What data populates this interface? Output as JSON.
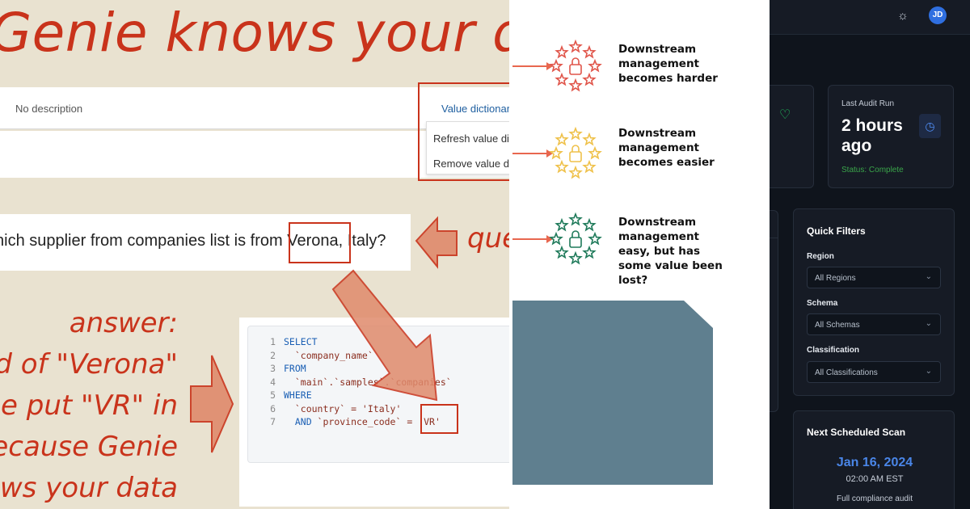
{
  "left": {
    "headline": "Genie knows your data",
    "description_placeholder": "No description",
    "value_dictionary": {
      "link": "Value dictionar",
      "menu": [
        "Refresh value dic",
        "Remove value dic"
      ]
    },
    "question": "hich supplier from companies list is from Verona, Italy?",
    "question_label": "que",
    "answer_lines": [
      "answer:",
      "d of \"Verona\"",
      "e put \"VR\" in",
      "ecause Genie",
      "ows your data"
    ],
    "code": [
      {
        "n": "1",
        "parts": [
          {
            "t": "SELECT",
            "c": "kw"
          }
        ]
      },
      {
        "n": "2",
        "parts": [
          {
            "t": "  `company_name`",
            "c": "tx"
          }
        ]
      },
      {
        "n": "3",
        "parts": [
          {
            "t": "FROM",
            "c": "kw"
          }
        ]
      },
      {
        "n": "4",
        "parts": [
          {
            "t": "  `main`.`samples`.`companies`",
            "c": "tx"
          }
        ]
      },
      {
        "n": "5",
        "parts": [
          {
            "t": "WHERE",
            "c": "kw"
          }
        ]
      },
      {
        "n": "6",
        "parts": [
          {
            "t": "  `country` = 'Italy'",
            "c": "tx"
          }
        ]
      },
      {
        "n": "7",
        "parts": [
          {
            "t": "  AND",
            "c": "kw"
          },
          {
            "t": " `province_code` = 'VR'",
            "c": "tx"
          }
        ]
      }
    ]
  },
  "middle": {
    "items": [
      {
        "lines": [
          "Downstream",
          "management",
          "becomes harder"
        ],
        "color": "#e0554a"
      },
      {
        "lines": [
          "Downstream",
          "management",
          "becomes easier"
        ],
        "color": "#efc14a"
      },
      {
        "lines": [
          "Downstream",
          "management",
          "easy, but has",
          "some value been",
          "lost?"
        ],
        "color": "#1f7a5a"
      }
    ],
    "arrow_color": "#e8674f",
    "slate_color": "#5f7f8f"
  },
  "right": {
    "avatar_initials": "JD",
    "last_audit": {
      "label": "Last Audit Run",
      "value_line1": "2 hours",
      "value_line2": "ago",
      "status": "Status: Complete"
    },
    "quick_filters": {
      "title": "Quick Filters",
      "filters": [
        {
          "label": "Region",
          "value": "All Regions"
        },
        {
          "label": "Schema",
          "value": "All Schemas"
        },
        {
          "label": "Classification",
          "value": "All Classifications"
        }
      ]
    },
    "next_scan": {
      "title": "Next Scheduled Scan",
      "date": "Jan 16, 2024",
      "time": "02:00 AM EST",
      "description": "Full compliance audit"
    },
    "accent": "#4a86e8",
    "success": "#3aa54a"
  }
}
